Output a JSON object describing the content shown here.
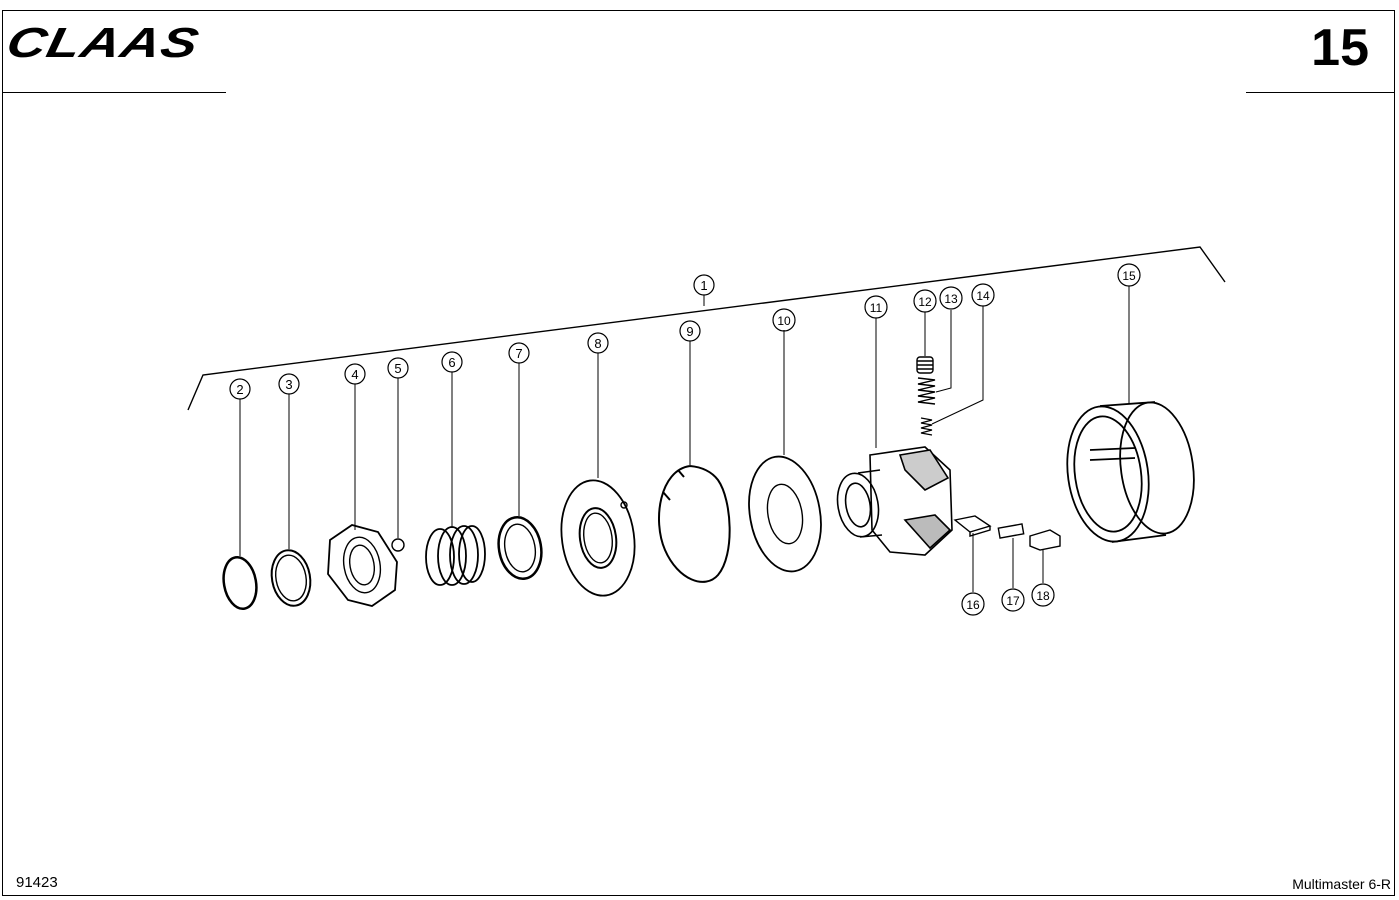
{
  "header": {
    "logo_text": "CLAAS",
    "page_number": "15"
  },
  "diagram": {
    "title": "",
    "callouts": [
      "1",
      "2",
      "3",
      "4",
      "5",
      "6",
      "7",
      "8",
      "9",
      "10",
      "11",
      "12",
      "13",
      "14",
      "15",
      "16",
      "17",
      "18"
    ]
  },
  "footer": {
    "drawing_code": "91423",
    "model": "Multimaster 6-R"
  }
}
